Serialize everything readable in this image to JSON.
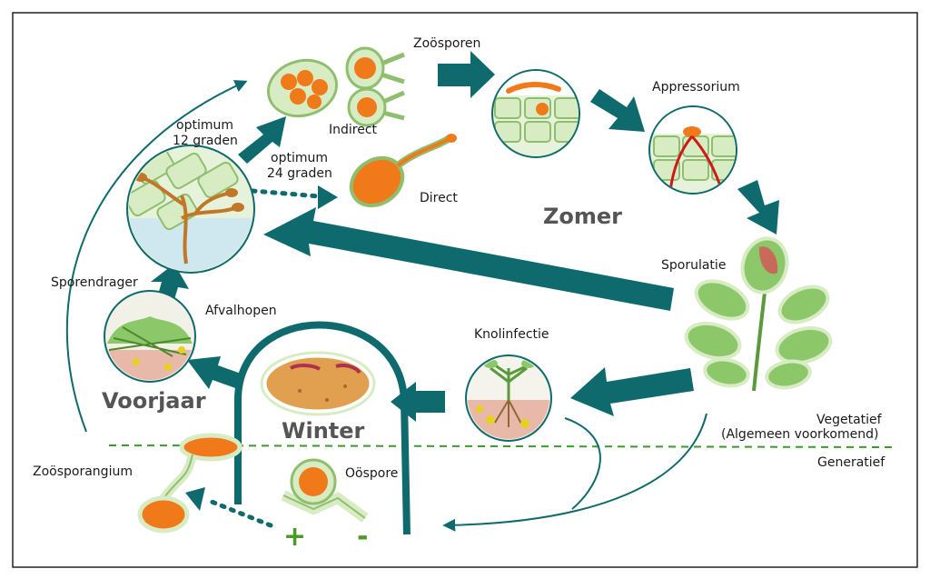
{
  "labels": {
    "zoosporen": "Zoösporen",
    "indirect": "Indirect",
    "optimum12_line1": "optimum",
    "optimum12_line2": "12 graden",
    "optimum24_line1": "optimum",
    "optimum24_line2": "24 graden",
    "direct": "Direct",
    "appressorium": "Appressorium",
    "sporulatie": "Sporulatie",
    "sporendrager": "Sporendrager",
    "afvalhopen": "Afvalhopen",
    "knolinfectie": "Knolinfectie",
    "vegetatief_line1": "Vegetatief",
    "vegetatief_line2": "(Algemeen voorkomend)",
    "generatief": "Generatief",
    "zoosporangium": "Zoösporangium",
    "oospore": "Oöspore",
    "plus": "+",
    "minus": "-"
  },
  "seasons": {
    "zomer": "Zomer",
    "voorjaar": "Voorjaar",
    "winter": "Winter"
  },
  "colors": {
    "arrow": "#0f6a6e",
    "cell_fill": "#d8ecc4",
    "cell_stroke": "#8fbf6e",
    "spore": "#f07a1a",
    "divider": "#3a9a2a",
    "leaf": "#8cc86a",
    "potato": "#e0a050"
  }
}
